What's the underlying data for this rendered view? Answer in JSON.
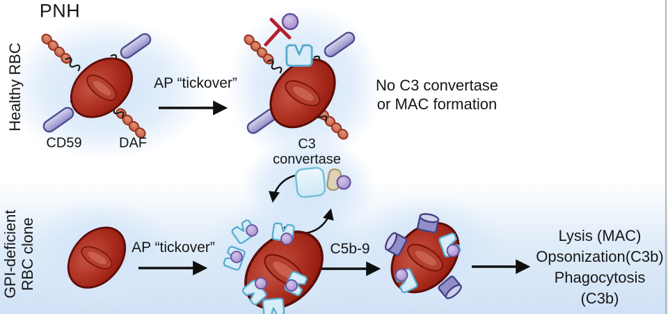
{
  "title": "PNH",
  "top_row": {
    "row_label": "Healthy RBC",
    "cd59_label": "CD59",
    "daf_label": "DAF",
    "arrow_label": "AP “tickover”",
    "outcome": {
      "line1": "No C3 convertase",
      "line2": "or MAC formation"
    }
  },
  "bottom_row": {
    "row_label": {
      "line1": "GPI-deficient",
      "line2": "RBC clone"
    },
    "arrow1_label": "AP “tickover”",
    "convertase": {
      "line1": "C3",
      "line2": "convertase"
    },
    "arrow2_label": "C5b-9",
    "outcome": {
      "line1": "Lysis (MAC)",
      "line2": "Opsonization(C3b)",
      "line3": "Phagocytosis (C3b)"
    }
  },
  "icons": {
    "daf": "daf-beads-icon",
    "cd59": "cd59-cylinder-icon",
    "gpi_anchor": "gpi-anchor-squiggle-icon",
    "c3b": "c3b-fragment-icon",
    "c3_molecule": "c3-molecule-icon",
    "bb": "bb-fragment-icon",
    "mac_pore": "mac-pore-icon",
    "inhibition": "inhibition-bar-icon",
    "cycle": "c3-convertase-cycle-icon"
  },
  "colors": {
    "rbc_body": "#a82718",
    "rbc_edge": "#5c0d08",
    "cd59_fill": "#a5a2d4",
    "daf_fill": "#cf6a4e",
    "c3b_fill": "#d6ecf8",
    "c3b_border": "#58abce",
    "c3_circle": "#b19ad0",
    "bb_fill": "#ddd1b6",
    "mac_fill": "#918ec9",
    "inhibitor_red": "#b51f2e",
    "halo_blue": "#d7e6f6",
    "arrow_black": "#0f0f0f"
  }
}
